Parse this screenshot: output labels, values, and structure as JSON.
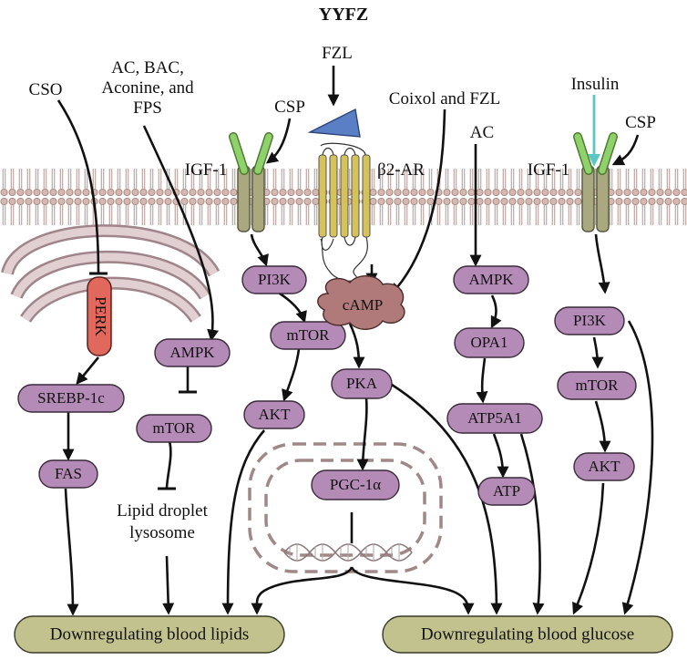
{
  "title": "YYFZ",
  "inputs": {
    "cso": "CSO",
    "ac_group_line1": "AC, BAC,",
    "ac_group_line2": "Aconine, and",
    "ac_group_line3": "FPS",
    "csp_left": "CSP",
    "fzl": "FZL",
    "coixol": "Coixol and FZL",
    "ac": "AC",
    "insulin": "Insulin",
    "csp_right": "CSP"
  },
  "receptors": {
    "igf1_left": "IGF-1",
    "b2ar": "β2-AR",
    "igf1_right": "IGF-1"
  },
  "nodes": {
    "perk": "PERK",
    "srebp": "SREBP-1c",
    "fas": "FAS",
    "ampk_left": "AMPK",
    "mtor_left": "mTOR",
    "lipid_line1": "Lipid droplet",
    "lipid_line2": "lysosome",
    "pi3k_left": "PI3K",
    "mtor_mid": "mTOR",
    "akt_left": "AKT",
    "camp": "cAMP",
    "pka": "PKA",
    "pgc": "PGC-1α",
    "ampk_right": "AMPK",
    "opa1": "OPA1",
    "atp5a1": "ATP5A1",
    "atp": "ATP",
    "pi3k_right": "PI3K",
    "mtor_right": "mTOR",
    "akt_right": "AKT"
  },
  "outcomes": {
    "lipids": "Downregulating blood lipids",
    "glucose": "Downregulating blood glucose"
  },
  "colors": {
    "pill": "#b48bb6",
    "outcome": "#c2c28f",
    "perk": "#e0685c",
    "membrane": "#c9a7a0",
    "receptor": "#a9a87e",
    "ligand": "#8fd16a",
    "insulin_arrow": "#5cc6c6",
    "fzl_triangle": "#5b7fc4",
    "b2ar": "#d6c25a",
    "camp": "#b07a7a",
    "nucleus": "#a08888",
    "er": "#b49a9e"
  }
}
